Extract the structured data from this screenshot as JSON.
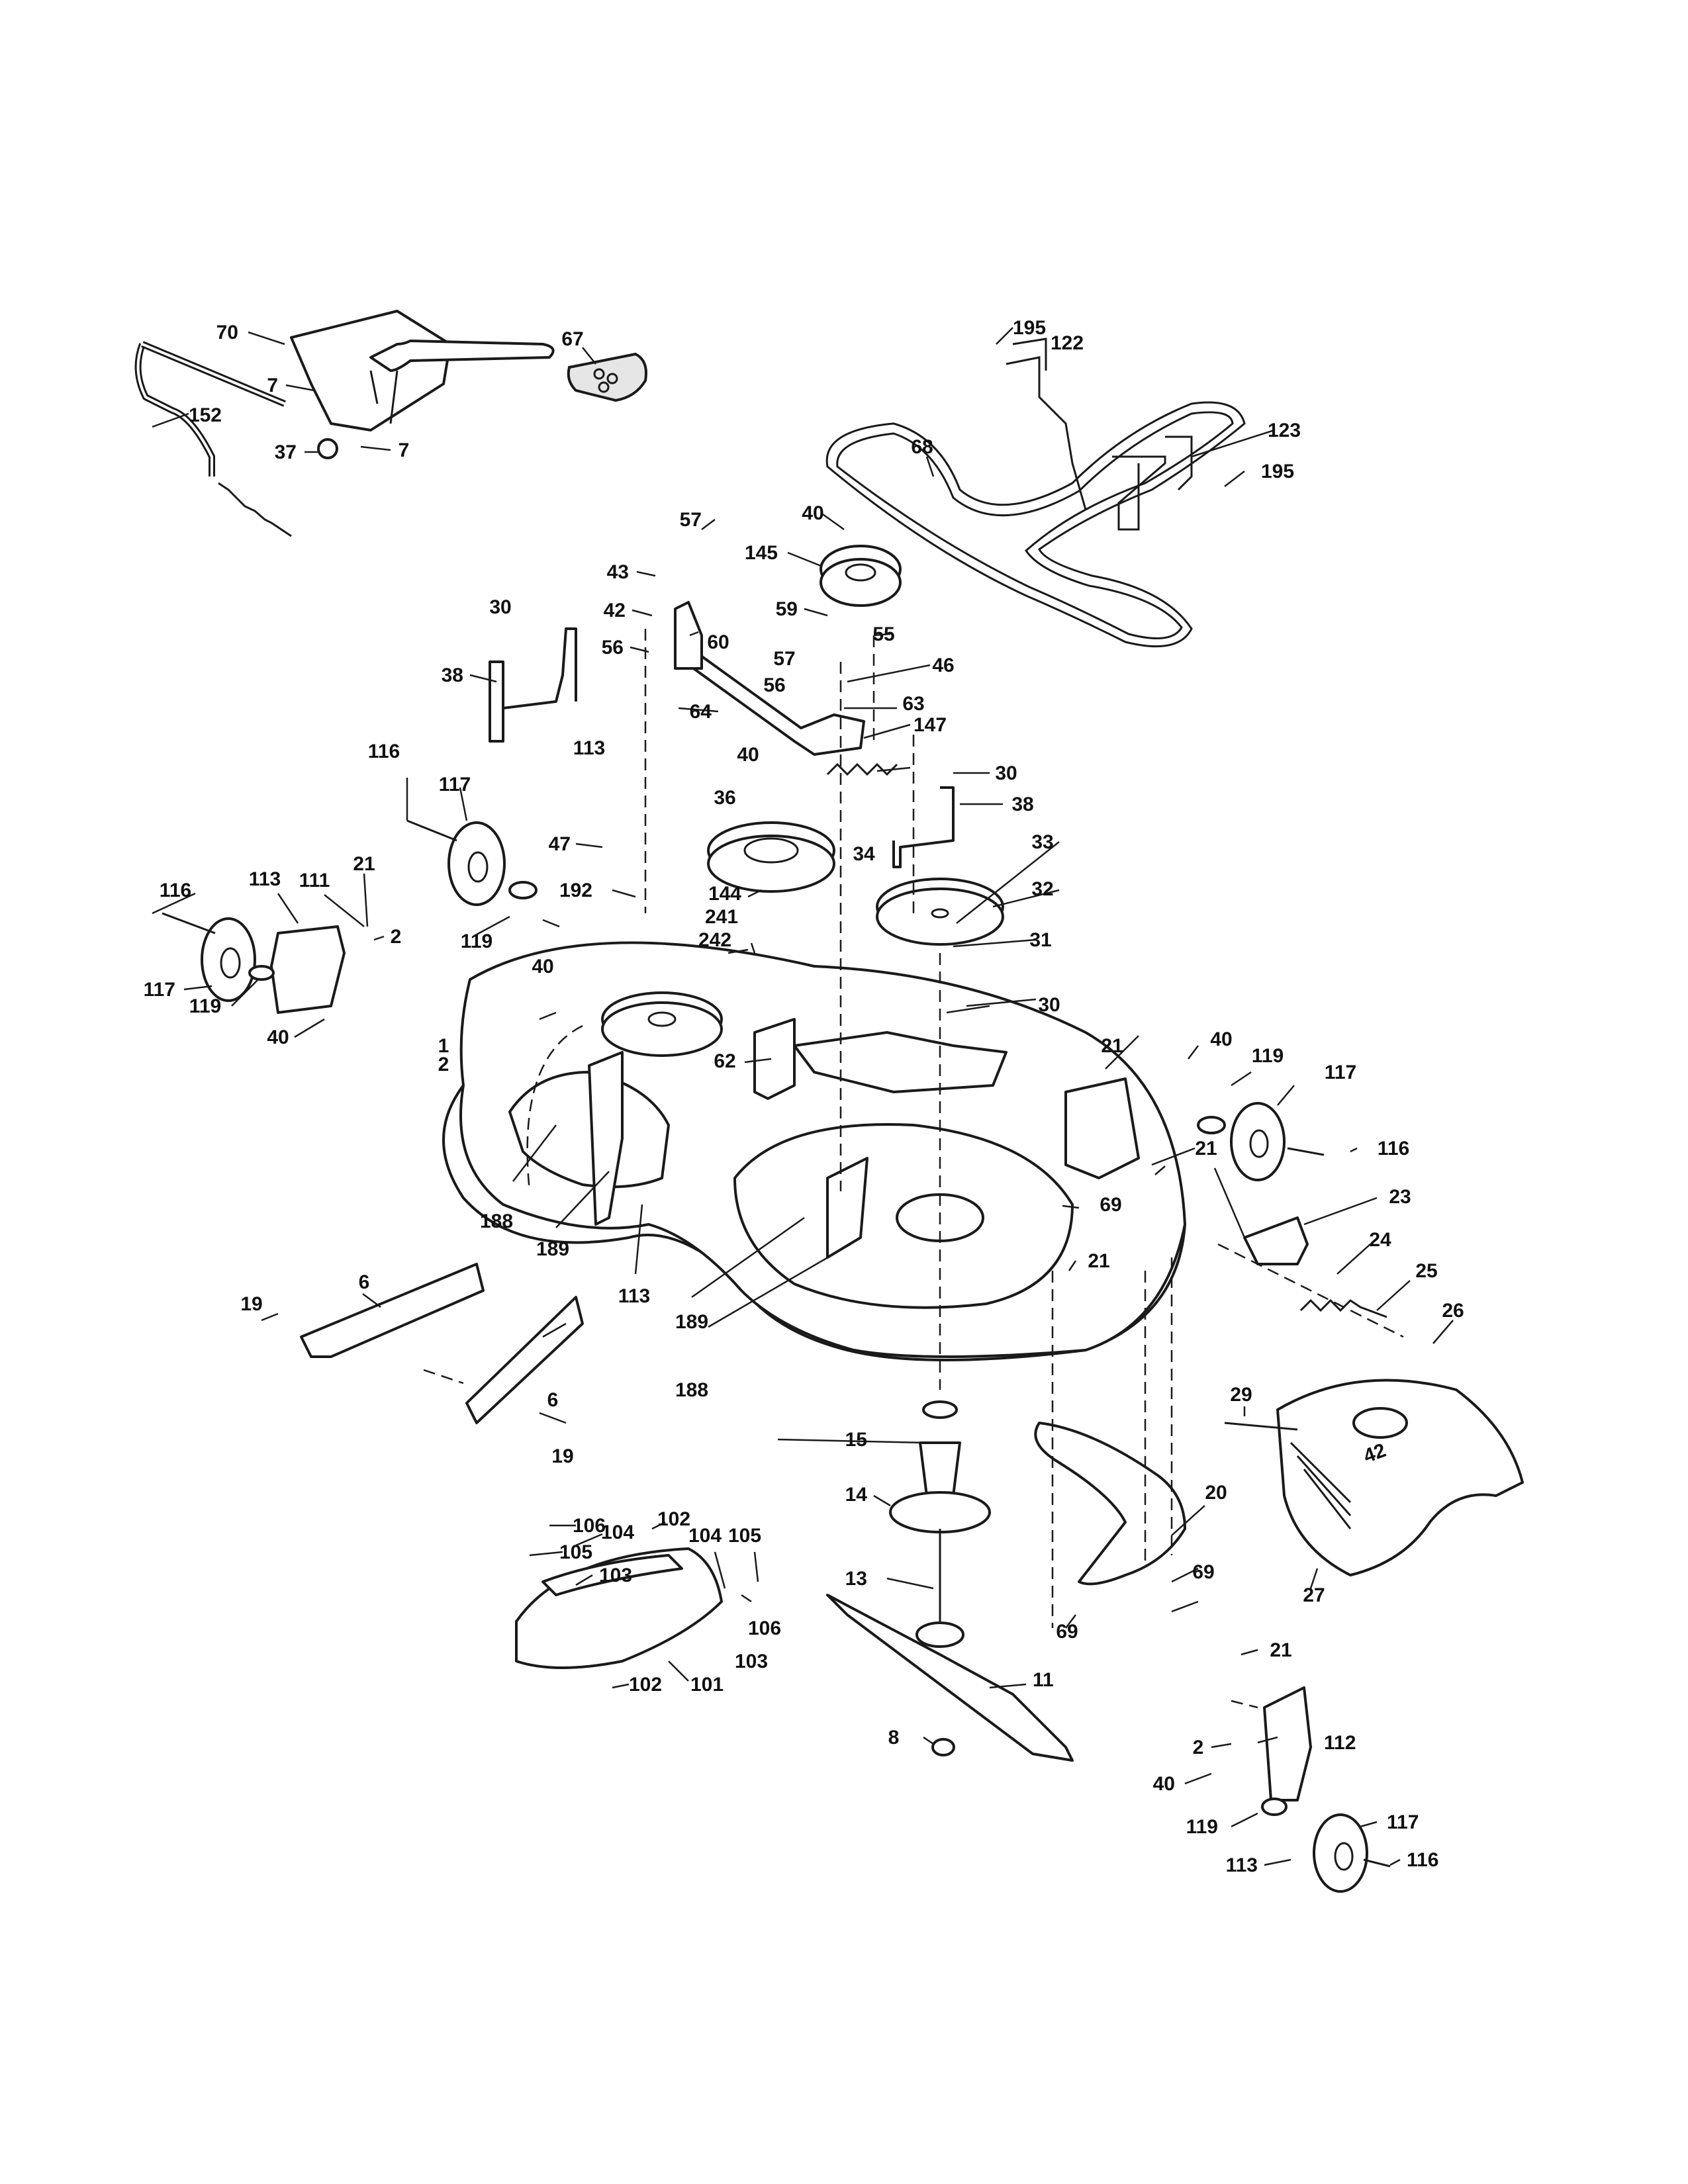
{
  "diagram": {
    "type": "exploded-parts-diagram",
    "callouts": [
      {
        "id": "c70",
        "label": "70"
      },
      {
        "id": "c67",
        "label": "67"
      },
      {
        "id": "c7a",
        "label": "7"
      },
      {
        "id": "c7b",
        "label": "7"
      },
      {
        "id": "c152",
        "label": "152"
      },
      {
        "id": "c37",
        "label": "37"
      },
      {
        "id": "c195a",
        "label": "195"
      },
      {
        "id": "c122",
        "label": "122"
      },
      {
        "id": "c123",
        "label": "123"
      },
      {
        "id": "c195b",
        "label": "195"
      },
      {
        "id": "c68",
        "label": "68"
      },
      {
        "id": "c40a",
        "label": "40"
      },
      {
        "id": "c145",
        "label": "145"
      },
      {
        "id": "c57a",
        "label": "57"
      },
      {
        "id": "c43",
        "label": "43"
      },
      {
        "id": "c42",
        "label": "42"
      },
      {
        "id": "c56a",
        "label": "56"
      },
      {
        "id": "c60",
        "label": "60"
      },
      {
        "id": "c30a",
        "label": "30"
      },
      {
        "id": "c38a",
        "label": "38"
      },
      {
        "id": "c59",
        "label": "59"
      },
      {
        "id": "c57b",
        "label": "57"
      },
      {
        "id": "c55",
        "label": "55"
      },
      {
        "id": "c56b",
        "label": "56"
      },
      {
        "id": "c46",
        "label": "46"
      },
      {
        "id": "c64",
        "label": "64"
      },
      {
        "id": "c63",
        "label": "63"
      },
      {
        "id": "c147",
        "label": "147"
      },
      {
        "id": "c30b",
        "label": "30"
      },
      {
        "id": "c38b",
        "label": "38"
      },
      {
        "id": "c116a",
        "label": "116"
      },
      {
        "id": "c117a",
        "label": "117"
      },
      {
        "id": "c113a",
        "label": "113"
      },
      {
        "id": "c40b",
        "label": "40"
      },
      {
        "id": "c36",
        "label": "36"
      },
      {
        "id": "c34",
        "label": "34"
      },
      {
        "id": "c33",
        "label": "33"
      },
      {
        "id": "c47",
        "label": "47"
      },
      {
        "id": "c192",
        "label": "192"
      },
      {
        "id": "c144",
        "label": "144"
      },
      {
        "id": "c32",
        "label": "32"
      },
      {
        "id": "c116b",
        "label": "116"
      },
      {
        "id": "c113b",
        "label": "113"
      },
      {
        "id": "c111",
        "label": "111"
      },
      {
        "id": "c21a",
        "label": "21"
      },
      {
        "id": "c2a",
        "label": "2"
      },
      {
        "id": "c119a",
        "label": "119"
      },
      {
        "id": "c40c",
        "label": "40"
      },
      {
        "id": "c241",
        "label": "241"
      },
      {
        "id": "c242",
        "label": "242"
      },
      {
        "id": "c31",
        "label": "31"
      },
      {
        "id": "c30c",
        "label": "30"
      },
      {
        "id": "c117b",
        "label": "117"
      },
      {
        "id": "c119b",
        "label": "119"
      },
      {
        "id": "c40d",
        "label": "40"
      },
      {
        "id": "c1",
        "label": "1"
      },
      {
        "id": "c2b",
        "label": "2"
      },
      {
        "id": "c62",
        "label": "62"
      },
      {
        "id": "c21b",
        "label": "21"
      },
      {
        "id": "c40e",
        "label": "40"
      },
      {
        "id": "c119c",
        "label": "119"
      },
      {
        "id": "c117c",
        "label": "117"
      },
      {
        "id": "c116c",
        "label": "116"
      },
      {
        "id": "c21c",
        "label": "21"
      },
      {
        "id": "c69a",
        "label": "69"
      },
      {
        "id": "c23",
        "label": "23"
      },
      {
        "id": "c188a",
        "label": "188"
      },
      {
        "id": "c189a",
        "label": "189"
      },
      {
        "id": "c113c",
        "label": "113"
      },
      {
        "id": "c24",
        "label": "24"
      },
      {
        "id": "c25",
        "label": "25"
      },
      {
        "id": "c21d",
        "label": "21"
      },
      {
        "id": "c6a",
        "label": "6"
      },
      {
        "id": "c19a",
        "label": "19"
      },
      {
        "id": "c189b",
        "label": "189"
      },
      {
        "id": "c188b",
        "label": "188"
      },
      {
        "id": "c26",
        "label": "26"
      },
      {
        "id": "c29",
        "label": "29"
      },
      {
        "id": "c6b",
        "label": "6"
      },
      {
        "id": "c19b",
        "label": "19"
      },
      {
        "id": "c15",
        "label": "15"
      },
      {
        "id": "c14",
        "label": "14"
      },
      {
        "id": "c20",
        "label": "20"
      },
      {
        "id": "c106a",
        "label": "106"
      },
      {
        "id": "c105a",
        "label": "105"
      },
      {
        "id": "c104a",
        "label": "104"
      },
      {
        "id": "c102a",
        "label": "102"
      },
      {
        "id": "c104b",
        "label": "104"
      },
      {
        "id": "c105b",
        "label": "105"
      },
      {
        "id": "c103a",
        "label": "103"
      },
      {
        "id": "c13",
        "label": "13"
      },
      {
        "id": "c69b",
        "label": "69"
      },
      {
        "id": "c69c",
        "label": "69"
      },
      {
        "id": "c27",
        "label": "27"
      },
      {
        "id": "c106b",
        "label": "106"
      },
      {
        "id": "c103b",
        "label": "103"
      },
      {
        "id": "c102b",
        "label": "102"
      },
      {
        "id": "c101",
        "label": "101"
      },
      {
        "id": "c11",
        "label": "11"
      },
      {
        "id": "c21e",
        "label": "21"
      },
      {
        "id": "c2c",
        "label": "2"
      },
      {
        "id": "c112",
        "label": "112"
      },
      {
        "id": "c8",
        "label": "8"
      },
      {
        "id": "c40f",
        "label": "40"
      },
      {
        "id": "c119d",
        "label": "119"
      },
      {
        "id": "c117d",
        "label": "117"
      },
      {
        "id": "c113d",
        "label": "113"
      },
      {
        "id": "c116d",
        "label": "116"
      }
    ],
    "deck_badge": "42"
  }
}
